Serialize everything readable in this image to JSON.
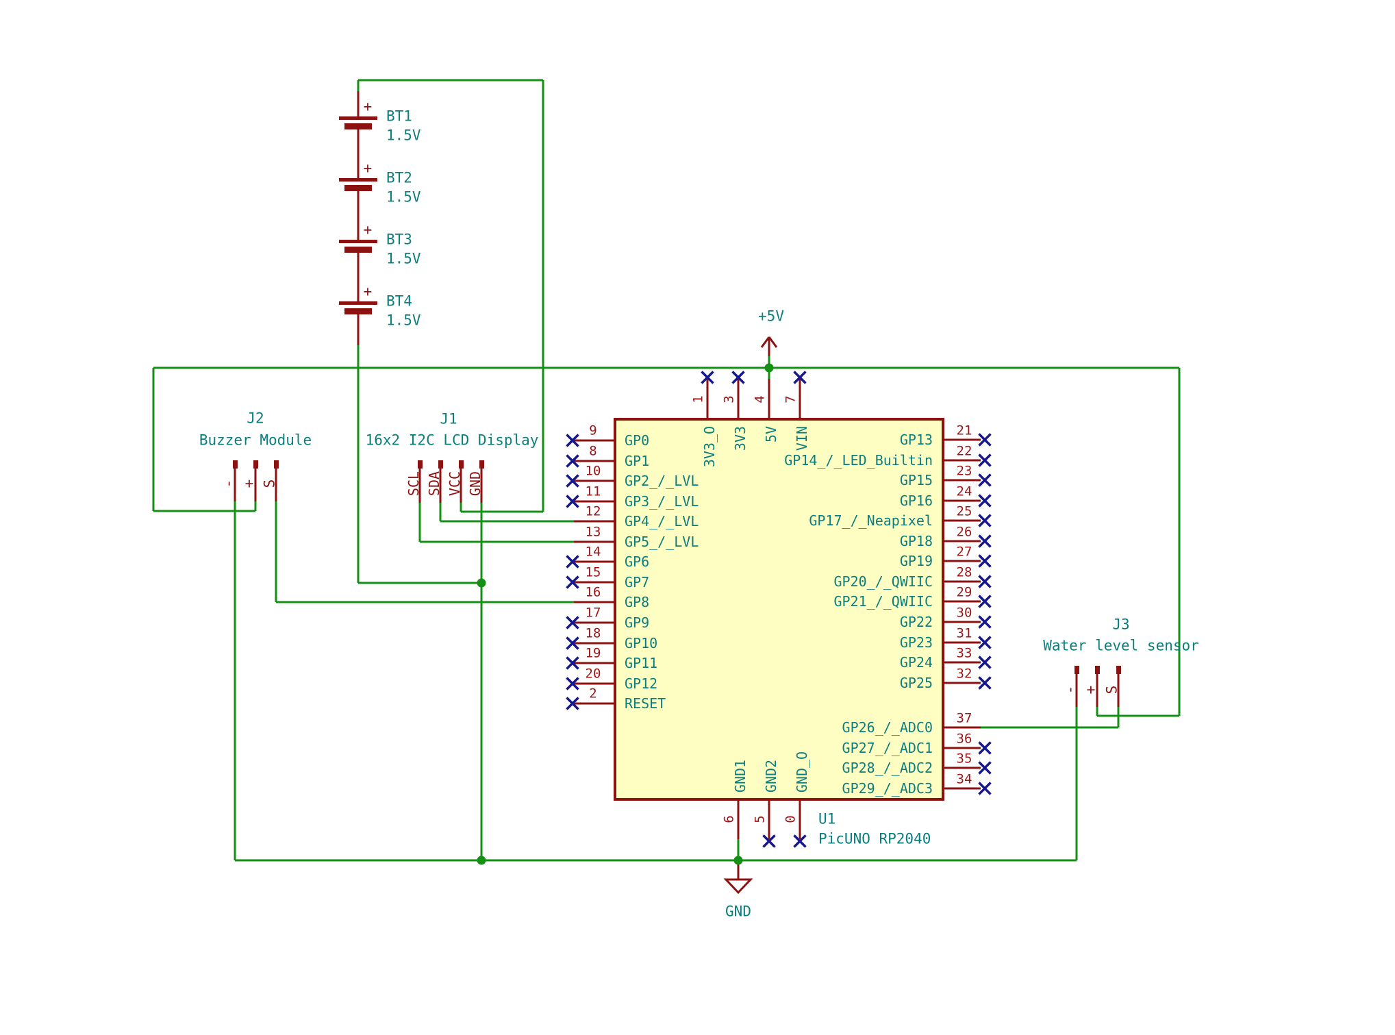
{
  "colors": {
    "wire": "#149114",
    "component_outline": "#8c1212",
    "pin_number": "#9d1616",
    "label_text": "#0b7e7e",
    "no_connect": "#17178f",
    "ic_body_fill": "#fffec2",
    "background": "#ffffff"
  },
  "power": {
    "vcc_label": "+5V",
    "gnd_label": "GND"
  },
  "battery": {
    "cells": [
      {
        "ref": "BT1",
        "value": "1.5V"
      },
      {
        "ref": "BT2",
        "value": "1.5V"
      },
      {
        "ref": "BT3",
        "value": "1.5V"
      },
      {
        "ref": "BT4",
        "value": "1.5V"
      }
    ]
  },
  "connectors": {
    "j2": {
      "ref": "J2",
      "value": "Buzzer Module",
      "pins": [
        "-",
        "+",
        "S"
      ]
    },
    "j1": {
      "ref": "J1",
      "value": "16x2 I2C LCD Display",
      "pins": [
        "SCL",
        "SDA",
        "VCC",
        "GND"
      ]
    },
    "j3": {
      "ref": "J3",
      "value": "Water level sensor",
      "pins": [
        "-",
        "+",
        "S"
      ]
    }
  },
  "ic": {
    "ref": "U1",
    "value": "PicUNO RP2040",
    "left_pins": [
      {
        "num": "9",
        "name": "GP0",
        "connected": false
      },
      {
        "num": "8",
        "name": "GP1",
        "connected": false
      },
      {
        "num": "10",
        "name": "GP2_/_LVL",
        "connected": false
      },
      {
        "num": "11",
        "name": "GP3_/_LVL",
        "connected": false
      },
      {
        "num": "12",
        "name": "GP4_/_LVL",
        "connected": true
      },
      {
        "num": "13",
        "name": "GP5_/_LVL",
        "connected": true
      },
      {
        "num": "14",
        "name": "GP6",
        "connected": false
      },
      {
        "num": "15",
        "name": "GP7",
        "connected": false
      },
      {
        "num": "16",
        "name": "GP8",
        "connected": true
      },
      {
        "num": "17",
        "name": "GP9",
        "connected": false
      },
      {
        "num": "18",
        "name": "GP10",
        "connected": false
      },
      {
        "num": "19",
        "name": "GP11",
        "connected": false
      },
      {
        "num": "20",
        "name": "GP12",
        "connected": false
      },
      {
        "num": "2",
        "name": "RESET",
        "connected": false
      }
    ],
    "right_pins": [
      {
        "num": "21",
        "name": "GP13",
        "connected": false
      },
      {
        "num": "22",
        "name": "GP14_/_LED_Builtin",
        "connected": false
      },
      {
        "num": "23",
        "name": "GP15",
        "connected": false
      },
      {
        "num": "24",
        "name": "GP16",
        "connected": false
      },
      {
        "num": "25",
        "name": "GP17_/_Neapixel",
        "connected": false
      },
      {
        "num": "26",
        "name": "GP18",
        "connected": false
      },
      {
        "num": "27",
        "name": "GP19",
        "connected": false
      },
      {
        "num": "28",
        "name": "GP20_/_QWIIC",
        "connected": false
      },
      {
        "num": "29",
        "name": "GP21_/_QWIIC",
        "connected": false
      },
      {
        "num": "30",
        "name": "GP22",
        "connected": false
      },
      {
        "num": "31",
        "name": "GP23",
        "connected": false
      },
      {
        "num": "33",
        "name": "GP24",
        "connected": false
      },
      {
        "num": "32",
        "name": "GP25",
        "connected": false
      }
    ],
    "right_adc_pins": [
      {
        "num": "37",
        "name": "GP26_/_ADC0",
        "connected": true
      },
      {
        "num": "36",
        "name": "GP27_/_ADC1",
        "connected": false
      },
      {
        "num": "35",
        "name": "GP28_/_ADC2",
        "connected": false
      },
      {
        "num": "34",
        "name": "GP29_/_ADC3",
        "connected": false
      }
    ],
    "top_pins": [
      {
        "num": "1",
        "name": "3V3_O",
        "connected": false
      },
      {
        "num": "3",
        "name": "3V3",
        "connected": false
      },
      {
        "num": "4",
        "name": "5V",
        "connected": true
      },
      {
        "num": "7",
        "name": "VIN",
        "connected": false
      }
    ],
    "bottom_pins": [
      {
        "num": "6",
        "name": "GND1",
        "connected": true
      },
      {
        "num": "5",
        "name": "GND2",
        "connected": false
      },
      {
        "num": "0",
        "name": "GND_O",
        "connected": false
      }
    ]
  }
}
